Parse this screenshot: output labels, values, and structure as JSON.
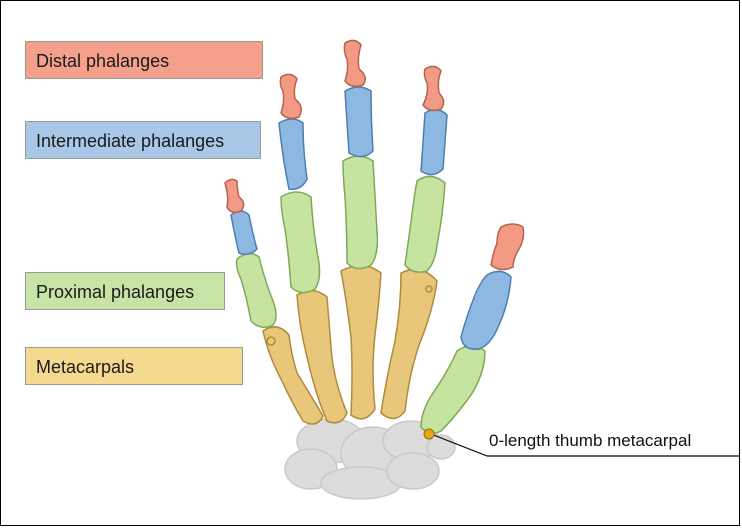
{
  "legend": {
    "distal": {
      "label": "Distal phalanges",
      "color": "#f4a08c"
    },
    "intermediate": {
      "label": "Intermediate phalanges",
      "color": "#a9c7e6"
    },
    "proximal": {
      "label": "Proximal phalanges",
      "color": "#c8e3a6"
    },
    "metacarpals": {
      "label": "Metacarpals",
      "color": "#f5d98f"
    }
  },
  "callout": {
    "label": "0-length thumb metacarpal",
    "marker_color": "#e6a817"
  },
  "colors": {
    "distal": "#f29a84",
    "distal_stroke": "#b5624f",
    "intermediate": "#8cb8e2",
    "intermediate_stroke": "#4d7fb0",
    "proximal": "#c6e3a0",
    "proximal_stroke": "#7fa85a",
    "metacarpal": "#e8c77a",
    "metacarpal_stroke": "#b08a3c",
    "carpal": "#d8d8d8",
    "carpal_stroke": "#c4c4c4"
  }
}
